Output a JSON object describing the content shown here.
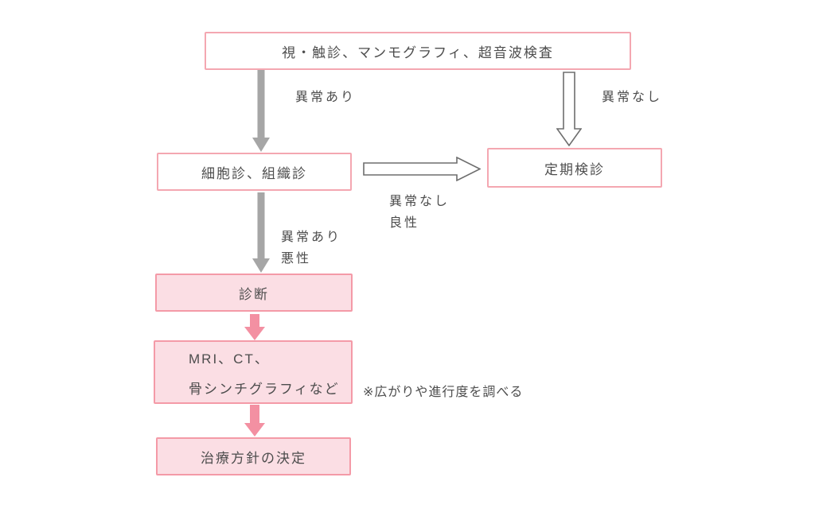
{
  "flowchart": {
    "boxes": {
      "screening": {
        "label": "視・触診、マンモグラフィ、超音波検査"
      },
      "biopsy": {
        "label": "細胞診、組織診"
      },
      "checkup": {
        "label": "定期検診"
      },
      "diagnosis": {
        "label": "診断"
      },
      "imaging": {
        "line1": "MRI、CT、",
        "line2": "骨シンチグラフィなど"
      },
      "treatment": {
        "label": "治療方針の決定"
      }
    },
    "edge_labels": {
      "abnormal_top": "異常あり",
      "normal_top": "異常なし",
      "normal_side": "異常なし",
      "benign": "良性",
      "abnormal_mid": "異常あり",
      "malignant": "悪性"
    },
    "note": "※広がりや進行度を調べる",
    "colors": {
      "box_border": "#f4a7b1",
      "box_border_pink": "#f49aa7",
      "box_fill_pink": "#fbdee4",
      "white": "#ffffff",
      "arrow_gray": "#a6a6a6",
      "arrow_outline": "#6e6e6e",
      "arrow_pink": "#f390a2",
      "text": "#4d4d4d"
    }
  }
}
